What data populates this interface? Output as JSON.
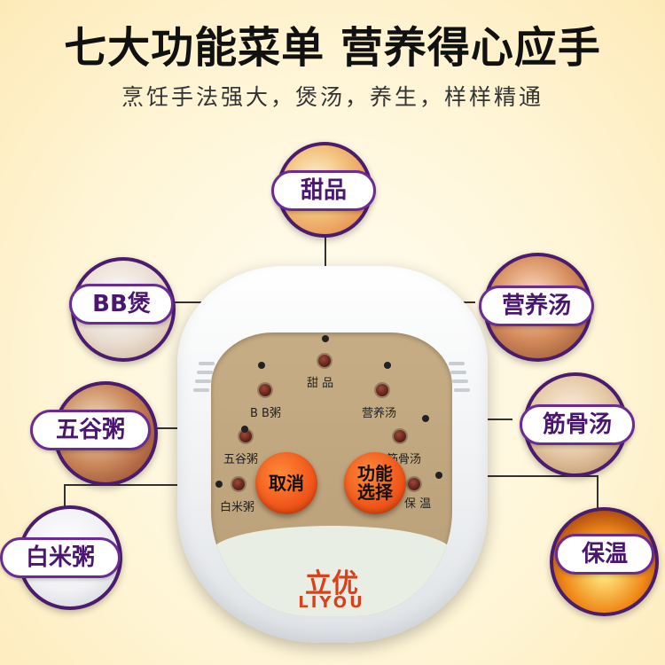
{
  "header": {
    "headline": "七大功能菜单 营养得心应手",
    "subline": "烹饪手法强大，煲汤，养生，样样精通"
  },
  "callouts": [
    {
      "id": "dessert",
      "label": "甜品",
      "photo_color": "#f2c07a"
    },
    {
      "id": "bb",
      "label": "BB煲",
      "photo_color": "#e9ddd1"
    },
    {
      "id": "grains",
      "label": "五谷粥",
      "photo_color": "#c9875b"
    },
    {
      "id": "rice",
      "label": "白米粥",
      "photo_color": "#f1f1f4"
    },
    {
      "id": "soup",
      "label": "营养汤",
      "photo_color": "#d78e5e"
    },
    {
      "id": "bone",
      "label": "筋骨汤",
      "photo_color": "#e6c9a6"
    },
    {
      "id": "warm",
      "label": "保温",
      "photo_color": "#f08a1a"
    }
  ],
  "panel": {
    "leds": [
      {
        "id": "dessert",
        "label": "甜 品"
      },
      {
        "id": "bb",
        "label": "B B粥"
      },
      {
        "id": "grains",
        "label": "五谷粥"
      },
      {
        "id": "rice",
        "label": "白米粥"
      },
      {
        "id": "soup",
        "label": "营养汤"
      },
      {
        "id": "bone",
        "label": "筋骨汤"
      },
      {
        "id": "warm",
        "label": "保 温"
      }
    ],
    "cancel_button": "取消",
    "function_button_line1": "功能",
    "function_button_line2": "选择",
    "brand_cn": "立优",
    "brand_en": "LIYOU"
  },
  "colors": {
    "accent_purple": "#6a2c94",
    "button_orange": "#f0561a",
    "brand_red": "#d9411b",
    "panel_tan": "#c7ad85"
  }
}
